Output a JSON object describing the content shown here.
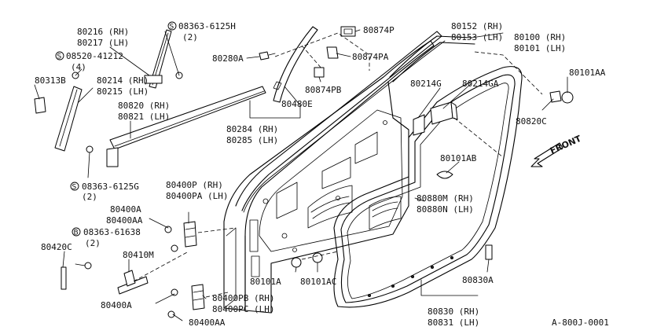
{
  "diagram": {
    "ref": "A-800J-0001",
    "front": "FRONT"
  },
  "labels": {
    "p80216": "80216 (RH)",
    "p80217": "80217 (LH)",
    "s08520": "08520-41212",
    "q4": "(4)",
    "p80313b": "80313B",
    "p80214": "80214 (RH)",
    "p80215": "80215 (LH)",
    "s08363a": "08363-6125H",
    "q2a": "(2)",
    "p80280a": "80280A",
    "p80874p": "80874P",
    "p80874pa": "80874PA",
    "p80874pb": "80874PB",
    "p80820": "80820 (RH)",
    "p80821": "80821 (LH)",
    "p80480e": "80480E",
    "p80284": "80284 (RH)",
    "p80285": "80285 (LH)",
    "p80152": "80152 (RH)",
    "p80153": "80153 (LH)",
    "p80100": "80100 (RH)",
    "p80101": "80101 (LH)",
    "p80214g": "80214G",
    "p80214ga": "80214GA",
    "p80101aa_top": "80101AA",
    "p80820c": "80820C",
    "p80101ab": "80101AB",
    "s08363b": "08363-6125G",
    "q2b": "(2)",
    "p80400p": "80400P (RH)",
    "p80400pa": "80400PA (LH)",
    "p80400a_top": "80400A",
    "p80400aa_top": "80400AA",
    "b08363": "08363-61638",
    "q2c": "(2)",
    "p80420c": "80420C",
    "p80410m": "80410M",
    "p80880m": "80880M (RH)",
    "p80880n": "80880N (LH)",
    "p80101a": "80101A",
    "p80101ac": "80101AC",
    "p80400a_bot": "80400A",
    "p80400pb": "80400PB (RH)",
    "p80400pc": "80400PC (LH)",
    "p80400aa_bot": "80400AA",
    "p80830a": "80830A",
    "p80830": "80830 (RH)",
    "p80831": "80831 (LH)",
    "sym_s": "S",
    "sym_b": "B"
  }
}
